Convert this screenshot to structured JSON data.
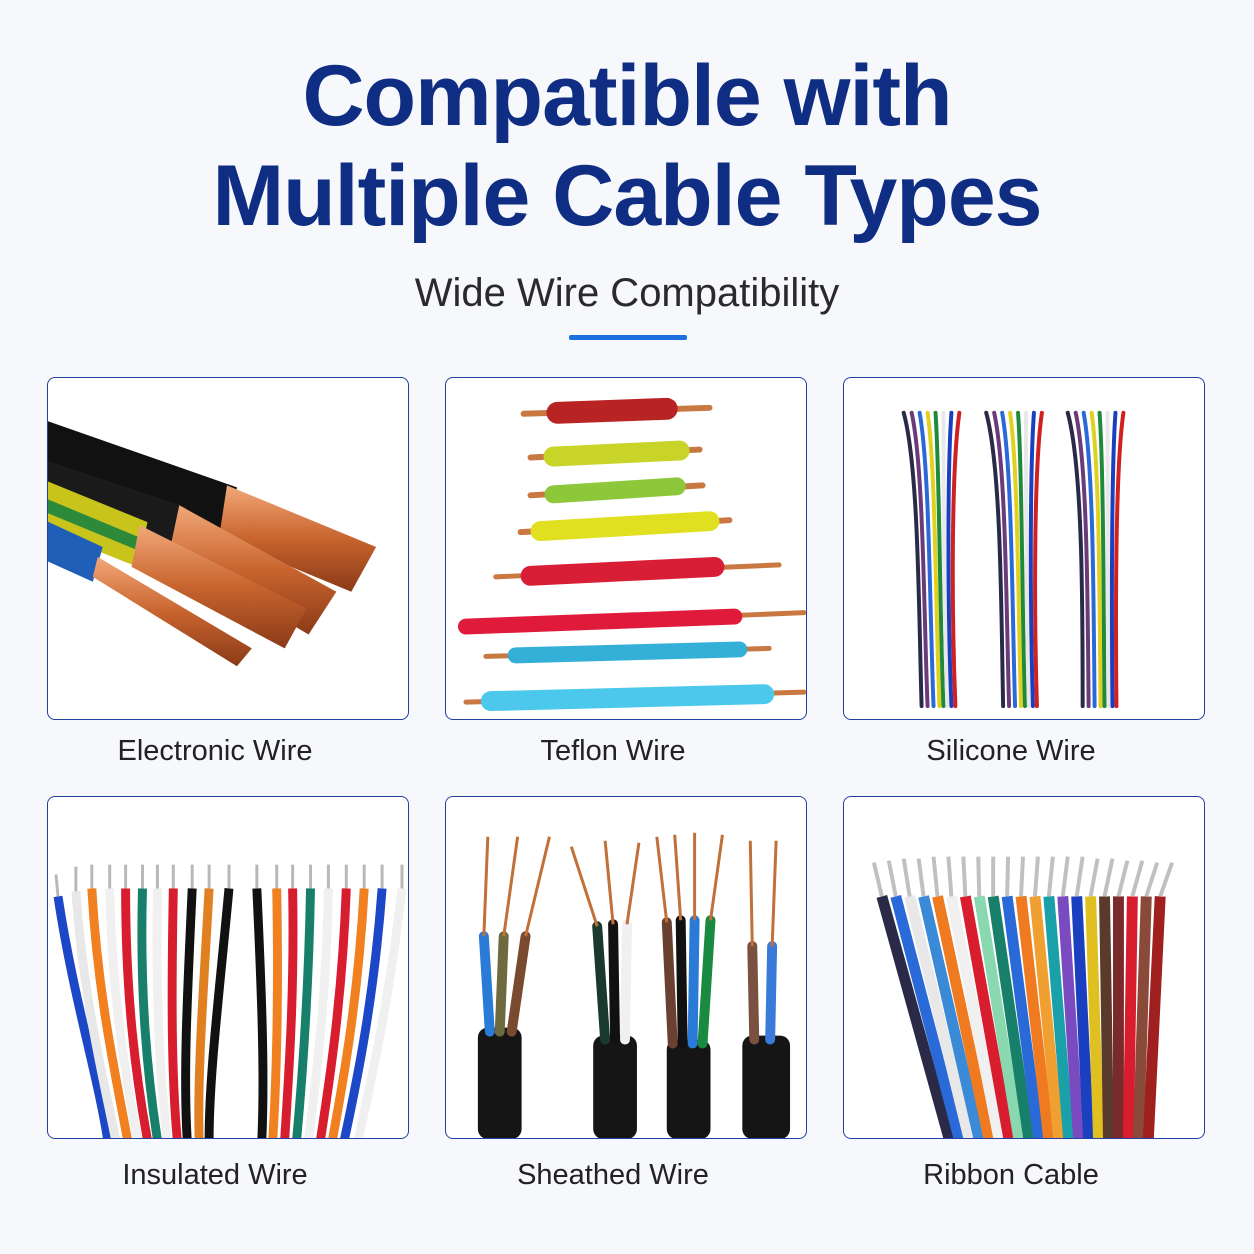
{
  "header": {
    "title_line1": "Compatible with",
    "title_line2": "Multiple Cable Types",
    "subtitle": "Wide Wire Compatibility"
  },
  "colors": {
    "title": "#0f2d82",
    "accent": "#1e6fe0",
    "card_border": "#2240a0"
  },
  "cards": [
    {
      "label": "Electronic Wire"
    },
    {
      "label": "Teflon Wire"
    },
    {
      "label": "Silicone Wire"
    },
    {
      "label": "Insulated Wire"
    },
    {
      "label": "Sheathed Wire"
    },
    {
      "label": "Ribbon Cable"
    }
  ]
}
